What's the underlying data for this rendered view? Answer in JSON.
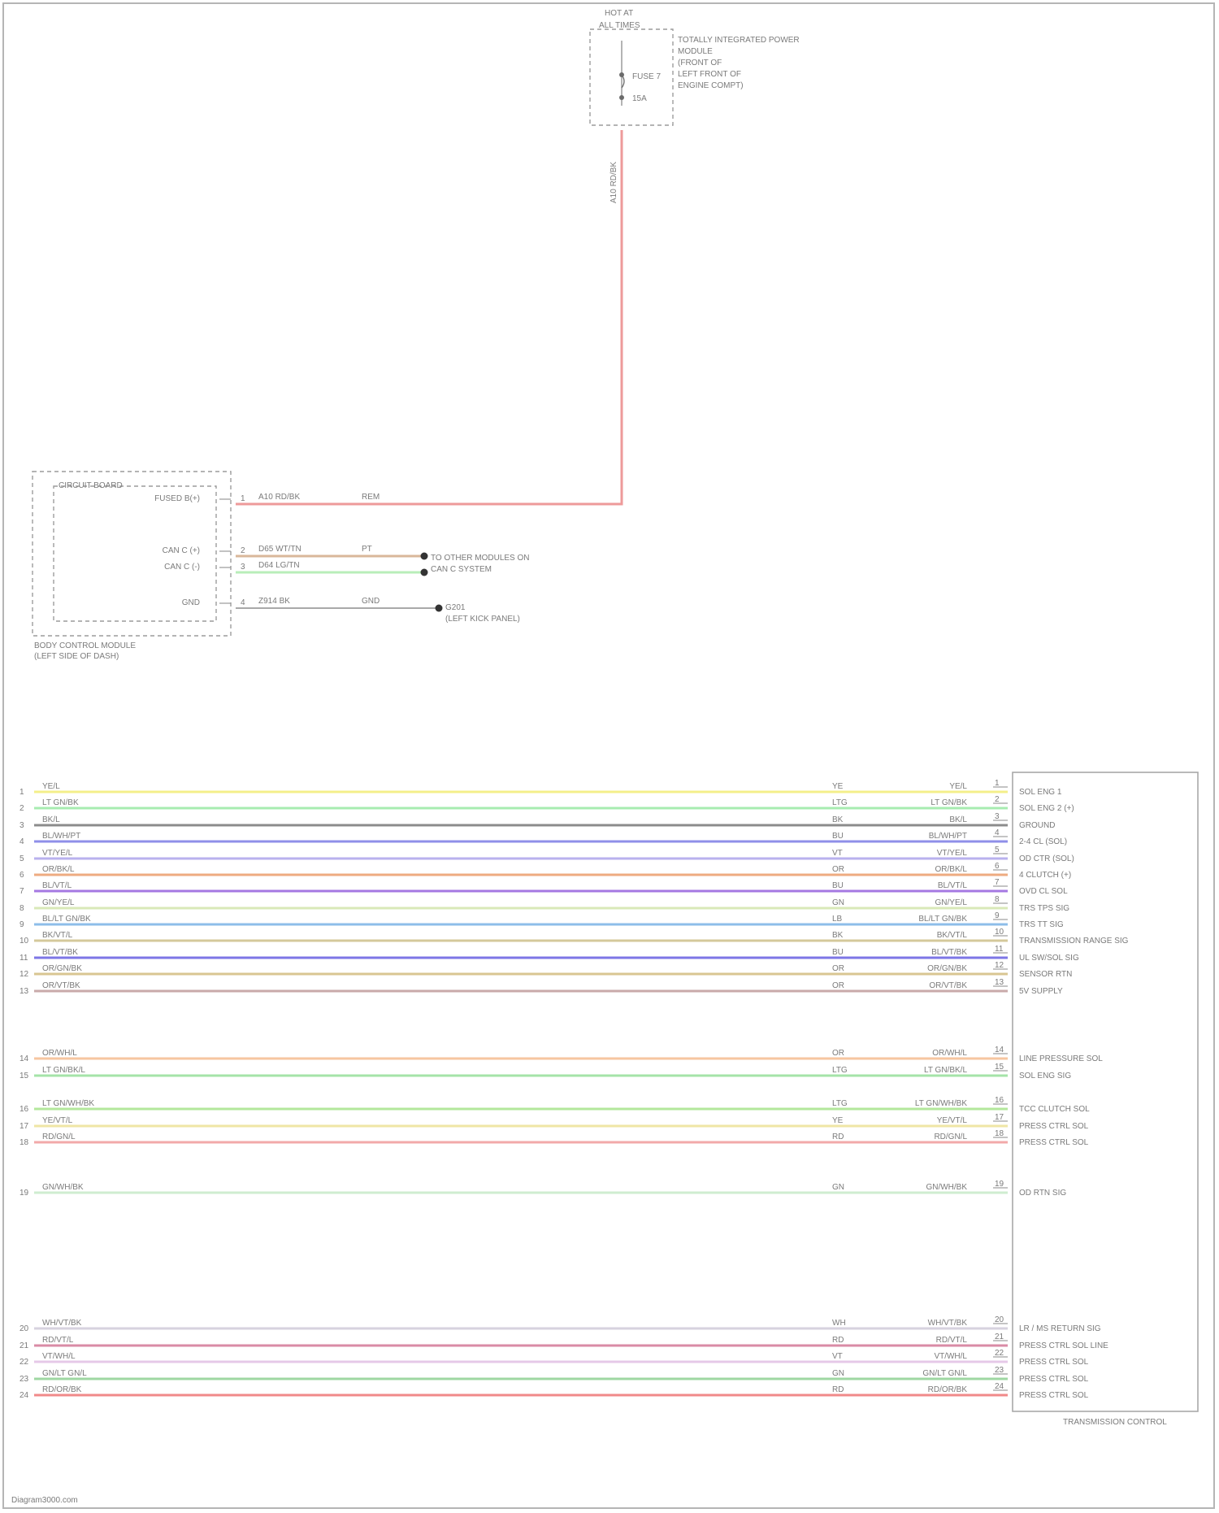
{
  "fuse_box": {
    "header": [
      "HOT AT",
      "ALL TIMES"
    ],
    "desc": [
      "TOTALLY INTEGRATED POWER",
      "MODULE",
      "(FRONT OF",
      "LEFT FRONT OF",
      "ENGINE COMPT)"
    ],
    "fuse_label": "FUSE 7",
    "fuse_rating": "15A",
    "wire_label": "A10 RD/BK"
  },
  "module": {
    "title": "CIRCUIT BOARD",
    "pins": [
      {
        "label": "FUSED B(+)",
        "num": "1",
        "circuit": "A10 RD/BK",
        "code": "REM"
      },
      {
        "label": "CAN C (+)",
        "num": "2",
        "circuit": "D65 WT/TN",
        "code": "PT"
      },
      {
        "label": "CAN C (-)",
        "num": "3",
        "circuit": "D64 LG/TN",
        "code": ""
      },
      {
        "label": "GND",
        "num": "4",
        "circuit": "Z914 BK",
        "code": "GND"
      }
    ],
    "name": [
      "BODY CONTROL MODULE",
      "(LEFT SIDE OF DASH)"
    ],
    "bus_dest": [
      "TO OTHER MODULES ON",
      "CAN C SYSTEM"
    ],
    "ground_dest": [
      "G201",
      "(LEFT KICK PANEL)"
    ]
  },
  "connector": {
    "name": "TRANSMISSION CONTROL",
    "rows": [
      {
        "num": "1",
        "left": "YE/L",
        "mid": "YE",
        "right": "YE/L",
        "pin": "1",
        "func": "SOL ENG 1",
        "color": "#f4ef8a"
      },
      {
        "num": "2",
        "left": "LT GN/BK",
        "mid": "LTG",
        "right": "LT GN/BK",
        "pin": "2",
        "func": "SOL ENG 2 (+)",
        "color": "#a7ecb0"
      },
      {
        "num": "3",
        "left": "BK/L",
        "mid": "BK",
        "right": "BK/L",
        "pin": "3",
        "func": "GROUND",
        "color": "#8c8c8c"
      },
      {
        "num": "4",
        "left": "BL/WH/PT",
        "mid": "BU",
        "right": "BL/WH/PT",
        "pin": "4",
        "func": "2-4 CL (SOL)",
        "color": "#8f8fe8"
      },
      {
        "num": "5",
        "left": "VT/YE/L",
        "mid": "VT",
        "right": "VT/YE/L",
        "pin": "5",
        "func": "OD CTR (SOL)",
        "color": "#b9b1ee"
      },
      {
        "num": "6",
        "left": "OR/BK/L",
        "mid": "OR",
        "right": "OR/BK/L",
        "pin": "6",
        "func": "4 CLUTCH (+)",
        "color": "#eeab80"
      },
      {
        "num": "7",
        "left": "BL/VT/L",
        "mid": "BU",
        "right": "BL/VT/L",
        "pin": "7",
        "func": "OVD CL SOL",
        "color": "#a578e2"
      },
      {
        "num": "8",
        "left": "GN/YE/L",
        "mid": "GN",
        "right": "GN/YE/L",
        "pin": "8",
        "func": "TRS TPS SIG",
        "color": "#d9e9b8"
      },
      {
        "num": "9",
        "left": "BL/LT GN/BK",
        "mid": "LB",
        "right": "BL/LT GN/BK",
        "pin": "9",
        "func": "TRS TT SIG",
        "color": "#8dbde9"
      },
      {
        "num": "10",
        "left": "BK/VT/L",
        "mid": "BK",
        "right": "BK/VT/L",
        "pin": "10",
        "func": "TRANSMISSION RANGE SIG",
        "color": "#d4c99b"
      },
      {
        "num": "11",
        "left": "BL/VT/BK",
        "mid": "BU",
        "right": "BL/VT/BK",
        "pin": "11",
        "func": "UL SW/SOL SIG",
        "color": "#7d76e6"
      },
      {
        "num": "12",
        "left": "OR/GN/BK",
        "mid": "OR",
        "right": "OR/GN/BK",
        "pin": "12",
        "func": "SENSOR RTN",
        "color": "#d9c692"
      },
      {
        "num": "13",
        "left": "OR/VT/BK",
        "mid": "OR",
        "right": "OR/VT/BK",
        "pin": "13",
        "func": "5V SUPPLY",
        "color": "#c9aaaa"
      },
      {
        "num": "14",
        "left": "OR/WH/L",
        "mid": "OR",
        "right": "OR/WH/L",
        "pin": "14",
        "func": "LINE PRESSURE SOL",
        "color": "#f6c6a0"
      },
      {
        "num": "15",
        "left": "LT GN/BK/L",
        "mid": "LTG",
        "right": "LT GN/BK/L",
        "pin": "15",
        "func": "SOL ENG SIG",
        "color": "#a5e3a8"
      },
      {
        "num": "16",
        "left": "LT GN/WH/BK",
        "mid": "LTG",
        "right": "LT GN/WH/BK",
        "pin": "16",
        "func": "TCC CLUTCH SOL",
        "color": "#b3e79c"
      },
      {
        "num": "17",
        "left": "YE/VT/L",
        "mid": "YE",
        "right": "YE/VT/L",
        "pin": "17",
        "func": "PRESS CTRL SOL",
        "color": "#efe6a5"
      },
      {
        "num": "18",
        "left": "RD/GN/L",
        "mid": "RD",
        "right": "RD/GN/L",
        "pin": "18",
        "func": "PRESS CTRL SOL",
        "color": "#f2a9a9"
      },
      {
        "num": "19",
        "left": "GN/WH/BK",
        "mid": "GN",
        "right": "GN/WH/BK",
        "pin": "19",
        "func": "OD RTN SIG",
        "color": "#cfedd0"
      },
      {
        "num": "20",
        "left": "WH/VT/BK",
        "mid": "WH",
        "right": "WH/VT/BK",
        "pin": "20",
        "func": "LR / MS RETURN SIG",
        "color": "#d7d2df"
      },
      {
        "num": "21",
        "left": "RD/VT/L",
        "mid": "RD",
        "right": "RD/VT/L",
        "pin": "21",
        "func": "PRESS CTRL SOL LINE",
        "color": "#d98ba6"
      },
      {
        "num": "22",
        "left": "VT/WH/L",
        "mid": "VT",
        "right": "VT/WH/L",
        "pin": "22",
        "func": "PRESS CTRL SOL",
        "color": "#e6c9e8"
      },
      {
        "num": "23",
        "left": "GN/LT GN/L",
        "mid": "GN",
        "right": "GN/LT GN/L",
        "pin": "23",
        "func": "PRESS CTRL SOL",
        "color": "#9fd7a3"
      },
      {
        "num": "24",
        "left": "RD/OR/BK",
        "mid": "RD",
        "right": "RD/OR/BK",
        "pin": "24",
        "func": "PRESS CTRL SOL",
        "color": "#f08a8a"
      }
    ]
  },
  "footer": "Diagram3000.com",
  "power_wire_color": "#ee9a9a"
}
